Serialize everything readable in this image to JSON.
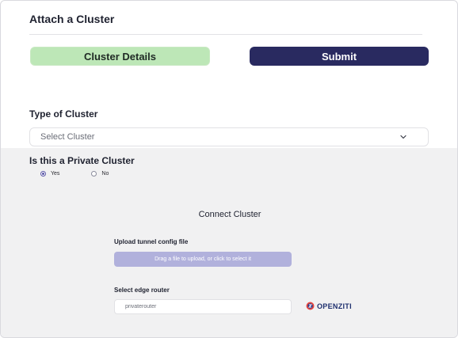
{
  "header": {
    "title": "Attach a Cluster"
  },
  "actions": {
    "details_label": "Cluster Details",
    "submit_label": "Submit"
  },
  "cluster_type": {
    "label": "Type of Cluster",
    "selected": "Select Cluster"
  },
  "private_cluster": {
    "label": "Is this a Private Cluster",
    "options": [
      {
        "label": "Yes",
        "checked": true
      },
      {
        "label": "No",
        "checked": false
      }
    ]
  },
  "connect": {
    "title": "Connect Cluster",
    "upload_label": "Upload tunnel config file",
    "upload_hint": "Drag a file to upload, or click to select it",
    "router_label": "Select edge router",
    "router_value": "privaterouter",
    "brand_text": "OPENZITI"
  },
  "colors": {
    "accent": "#292a60",
    "success": "#bde7b7",
    "upload": "#b1b1dc",
    "panel": "#f1f1f2"
  }
}
